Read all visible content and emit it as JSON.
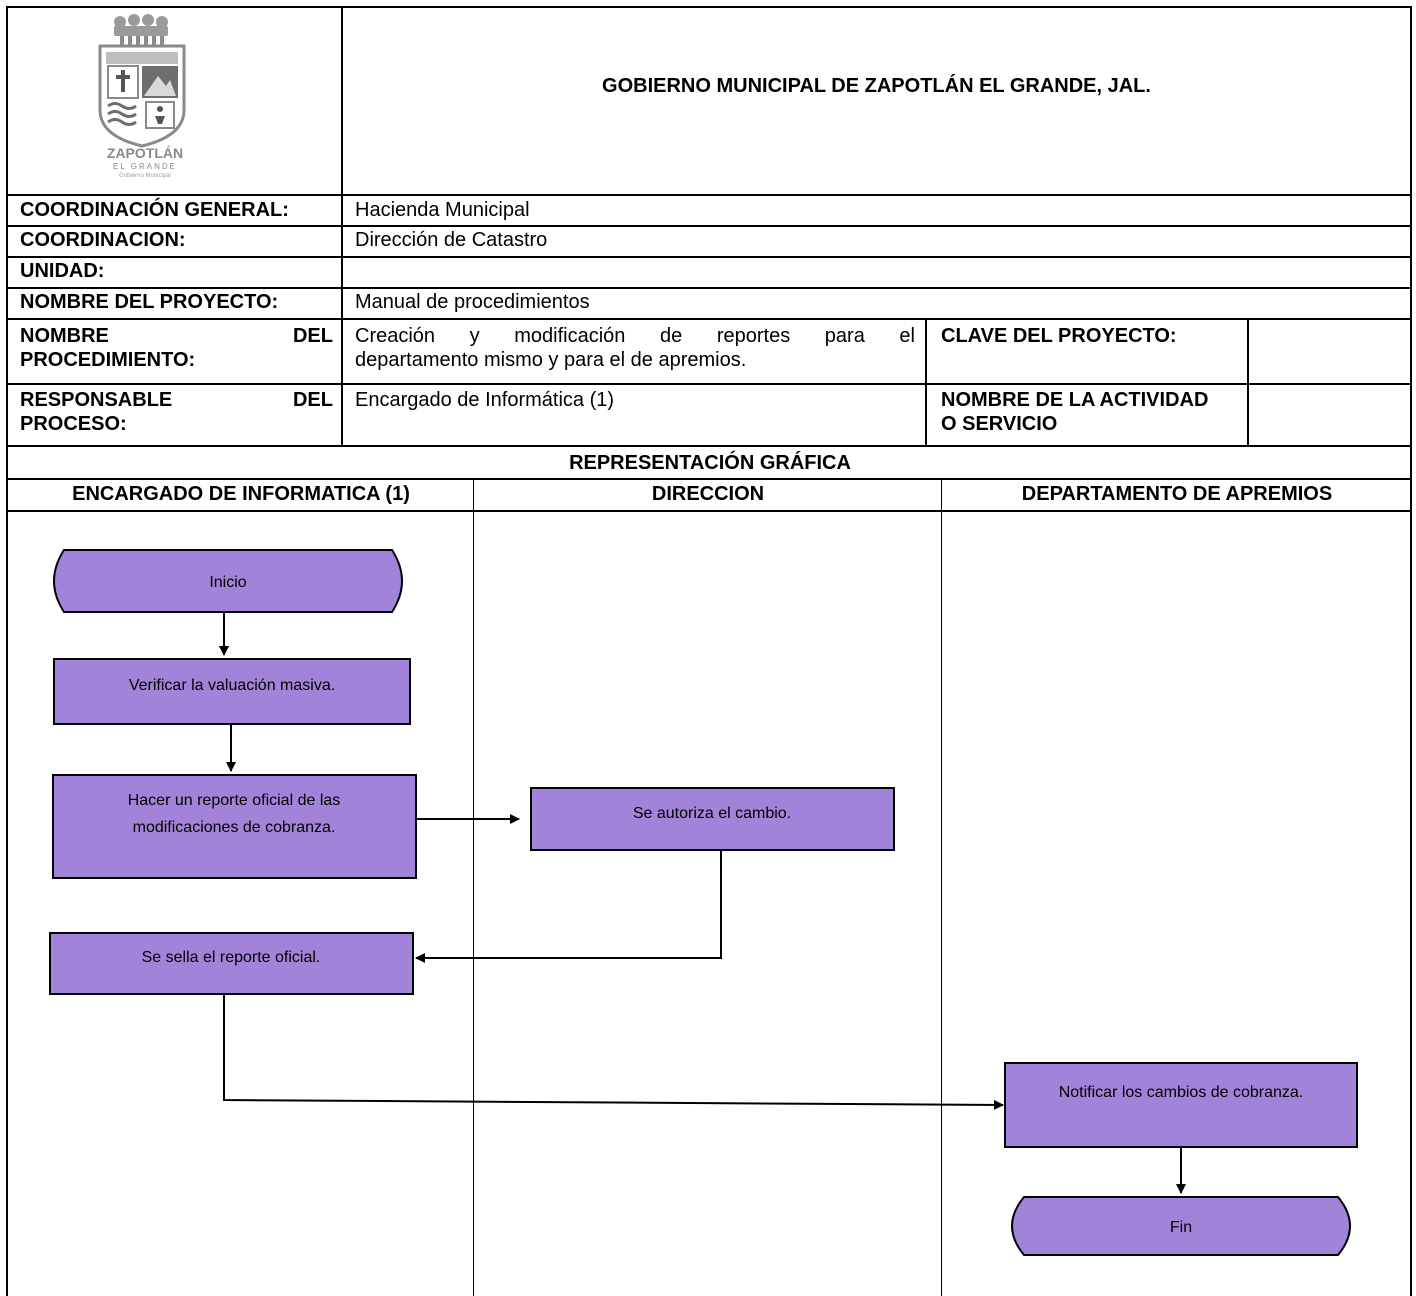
{
  "header": {
    "title": "GOBIERNO MUNICIPAL DE ZAPOTLÁN EL GRANDE, JAL.",
    "logo": {
      "icon": "zapotlan-coat-of-arms-icon",
      "name": "ZAPOTLÁN",
      "line2": "EL GRANDE",
      "line3": "Gobierno Municipal"
    }
  },
  "info": {
    "coordinacion_general": {
      "label": "COORDINACIÓN GENERAL:",
      "value": "Hacienda Municipal"
    },
    "coordinacion": {
      "label": "COORDINACION:",
      "value": "Dirección de Catastro"
    },
    "unidad": {
      "label": "UNIDAD:",
      "value": ""
    },
    "nombre_proyecto": {
      "label": "NOMBRE DEL PROYECTO:",
      "value": "Manual de procedimientos"
    },
    "nombre_procedimiento": {
      "label_line1": "NOMBRE DEL",
      "label_line2": "PROCEDIMIENTO:",
      "value_line1": "Creación y modificación de reportes para el",
      "value_line2": "departamento mismo y para el de apremios."
    },
    "clave_proyecto": {
      "label": "CLAVE DEL PROYECTO:",
      "value": ""
    },
    "responsable": {
      "label_line1": "RESPONSABLE DEL",
      "label_line2": "PROCESO:",
      "value": "Encargado de Informática (1)"
    },
    "actividad": {
      "label_line1": "NOMBRE DE LA ACTIVIDAD",
      "label_line2": "O SERVICIO",
      "value": ""
    }
  },
  "diagram": {
    "section_title": "REPRESENTACIÓN GRÁFICA",
    "lanes": [
      "ENCARGADO DE INFORMATICA (1)",
      "DIRECCION",
      "DEPARTAMENTO DE APREMIOS"
    ],
    "fill_color": "#a184d9",
    "nodes": {
      "inicio": "Inicio",
      "verificar": "Verificar la valuación masiva.",
      "reporte_line1": "Hacer un reporte oficial de las",
      "reporte_line2": "modificaciones de cobranza.",
      "autoriza": "Se autoriza el cambio.",
      "sella": "Se sella el reporte oficial.",
      "notificar": "Notificar los cambios de cobranza.",
      "fin": "Fin"
    }
  }
}
